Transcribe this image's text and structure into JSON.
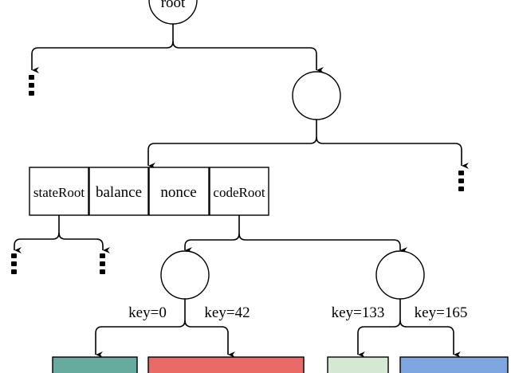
{
  "root_label": "root",
  "account_fields": [
    "stateRoot",
    "balance",
    "nonce",
    "codeRoot"
  ],
  "edge_labels": [
    "key=0",
    "key=42",
    "key=133",
    "key=165"
  ],
  "leaf_colors": [
    "#67AB9F",
    "#EA6B66",
    "#D5E8D4",
    "#7EA6E0"
  ]
}
